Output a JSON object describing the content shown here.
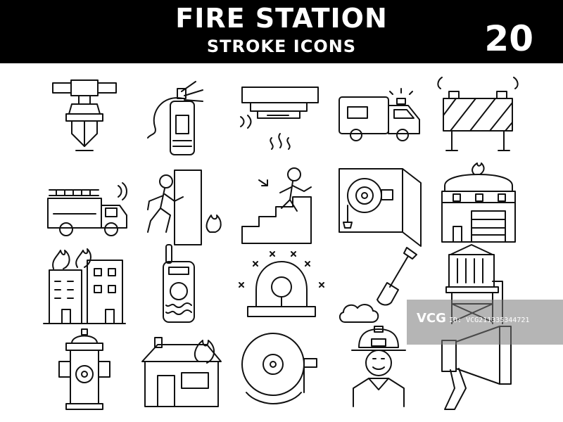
{
  "header": {
    "title": "FIRE STATION",
    "subtitle": "STROKE ICONS",
    "count": "20",
    "background": "#000000",
    "text_color": "#ffffff"
  },
  "icons": [
    {
      "name": "sprinkler-icon"
    },
    {
      "name": "fire-extinguisher-icon"
    },
    {
      "name": "smoke-detector-icon"
    },
    {
      "name": "emergency-van-icon"
    },
    {
      "name": "warning-barrier-icon"
    },
    {
      "name": "fire-truck-icon"
    },
    {
      "name": "emergency-exit-door-icon"
    },
    {
      "name": "evacuation-stairs-icon"
    },
    {
      "name": "hose-reel-cabinet-icon"
    },
    {
      "name": "burning-fire-station-icon"
    },
    {
      "name": "burning-buildings-icon"
    },
    {
      "name": "walkie-talkie-icon"
    },
    {
      "name": "alarm-siren-icon"
    },
    {
      "name": "shovel-icon"
    },
    {
      "name": "water-tower-icon"
    },
    {
      "name": "fire-hydrant-icon"
    },
    {
      "name": "burning-house-icon"
    },
    {
      "name": "fire-alarm-bell-icon"
    },
    {
      "name": "firefighter-icon"
    },
    {
      "name": "megaphone-icon"
    }
  ],
  "watermark": {
    "logo": "VCG",
    "text": "ID: VCG211335344721"
  }
}
